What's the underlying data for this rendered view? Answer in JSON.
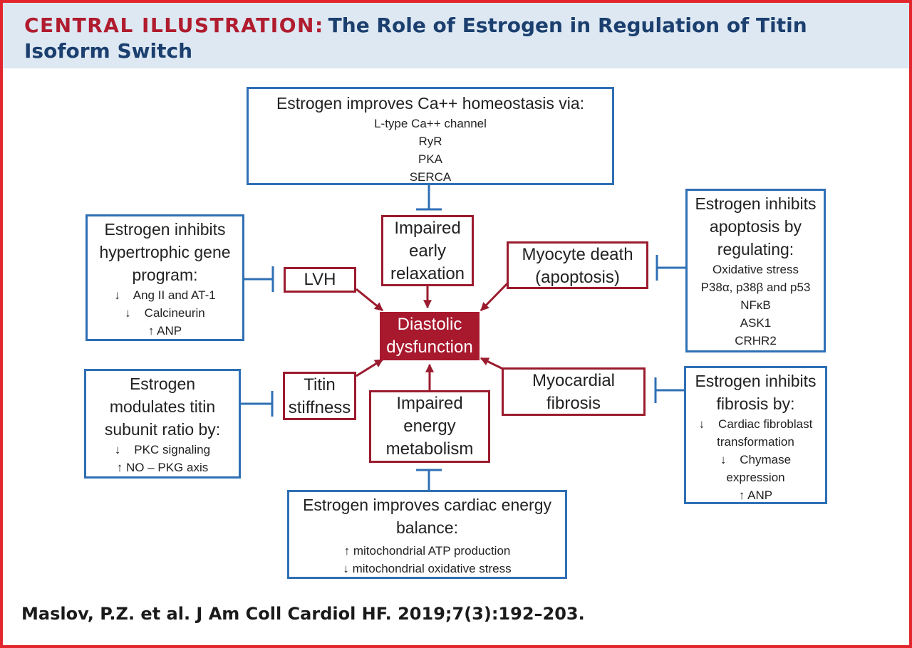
{
  "header": {
    "kicker": "CENTRAL ILLUSTRATION:",
    "title": "The Role of Estrogen in Regulation of Titin Isoform Switch"
  },
  "citation": "Maslov, P.Z. et al. J Am Coll Cardiol HF. 2019;7(3):192–203.",
  "colors": {
    "border": "#e3262d",
    "header_bg": "#dde8f3",
    "kicker": "#b01c2e",
    "title": "#1b3f6e",
    "blue": "#2f6fb5",
    "red": "#9b1b2e",
    "center_fill": "#a8192e"
  },
  "center": {
    "lines": [
      "Diastolic",
      "dysfunction"
    ]
  },
  "mechanisms": {
    "lvh": "LVH",
    "impaired_relax": [
      "Impaired",
      "early",
      "relaxation"
    ],
    "myocyte_death": [
      "Myocyte death",
      "(apoptosis)"
    ],
    "titin": [
      "Titin",
      "stiffness"
    ],
    "energy": [
      "Impaired",
      "energy",
      "metabolism"
    ],
    "fibrosis": [
      "Myocardial",
      "fibrosis"
    ]
  },
  "estrogen_boxes": {
    "ca": {
      "heading": "Estrogen improves Ca++ homeostasis via:",
      "items": [
        "L-type Ca++ channel",
        "RyR",
        "PKA",
        "SERCA"
      ]
    },
    "hypertrophic": {
      "heading": [
        "Estrogen inhibits",
        "hypertrophic gene",
        "program:"
      ],
      "items": [
        "↓    Ang II and AT-1",
        "↓    Calcineurin",
        "↑ ANP"
      ]
    },
    "apoptosis": {
      "heading": [
        "Estrogen inhibits",
        "apoptosis by",
        "regulating:"
      ],
      "items": [
        "Oxidative stress",
        "P38α, p38β and p53",
        "NFκB",
        "ASK1",
        "CRHR2"
      ]
    },
    "titin": {
      "heading": [
        "Estrogen",
        "modulates titin",
        "subunit ratio by:"
      ],
      "items": [
        "↓    PKC signaling",
        "↑ NO – PKG axis"
      ]
    },
    "fibrosis": {
      "heading": [
        "Estrogen inhibits",
        "fibrosis by:"
      ],
      "items": [
        "↓    Cardiac fibroblast",
        "transformation",
        "↓    Chymase",
        "expression",
        "↑ ANP"
      ]
    },
    "energy": {
      "heading": [
        "Estrogen improves cardiac energy",
        "balance:"
      ],
      "items": [
        "↑ mitochondrial ATP production",
        "↓ mitochondrial oxidative stress"
      ]
    }
  }
}
